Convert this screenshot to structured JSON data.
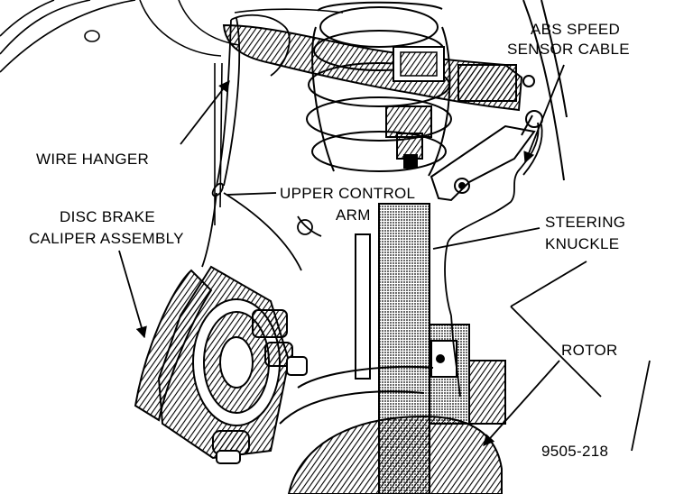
{
  "labels": {
    "abs_speed_sensor_cable": [
      "ABS SPEED",
      "SENSOR CABLE"
    ],
    "wire_hanger": "WIRE HANGER",
    "upper_control_arm": [
      "UPPER CONTROL",
      "ARM"
    ],
    "disc_brake_caliper_assembly": [
      "DISC BRAKE",
      "CALIPER ASSEMBLY"
    ],
    "steering_knuckle": [
      "STEERING",
      "KNUCKLE"
    ],
    "rotor": "ROTOR",
    "figure_number": "9505-218"
  }
}
